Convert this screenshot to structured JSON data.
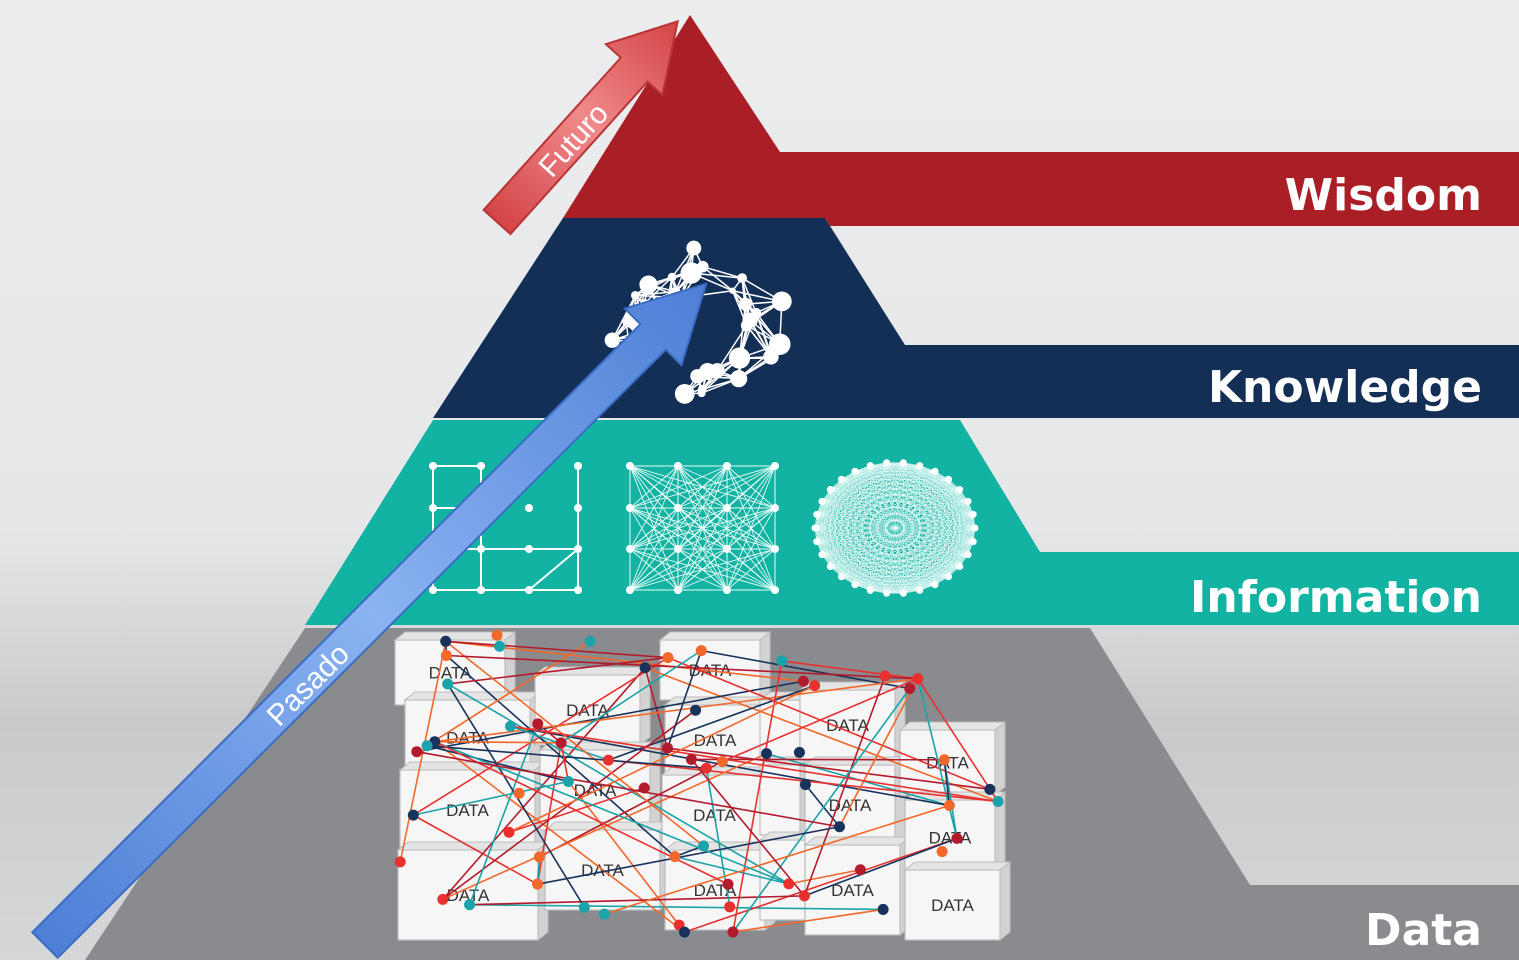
{
  "levels": [
    {
      "id": "wisdom",
      "label": "Wisdom",
      "color": "#aa1f26"
    },
    {
      "id": "knowledge",
      "label": "Knowledge",
      "color": "#142f56"
    },
    {
      "id": "information",
      "label": "Information",
      "color": "#12b3a2"
    },
    {
      "id": "data",
      "label": "Data",
      "color": "#8a8b8e"
    }
  ],
  "arrows": {
    "past": {
      "label": "Pasado",
      "color": "#6e9ce6"
    },
    "future": {
      "label": "Futuro",
      "color": "#e05b5d"
    }
  },
  "data_box_label": "DATA"
}
